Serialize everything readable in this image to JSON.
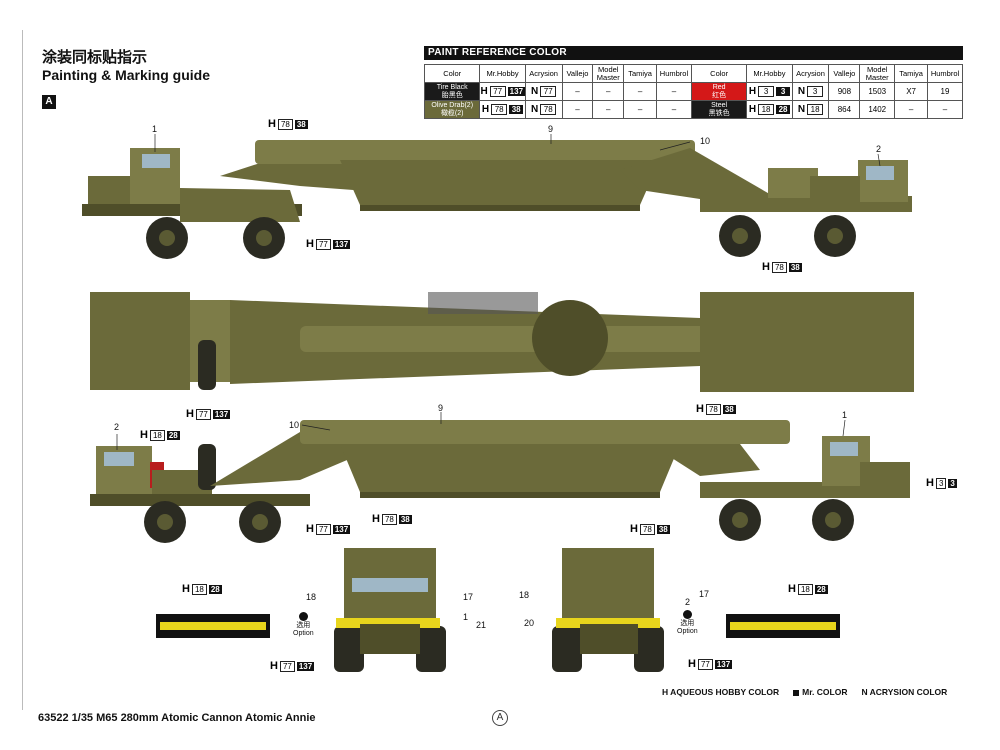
{
  "header": {
    "title_cn": "涂装同标贴指示",
    "title_en": "Painting & Marking guide",
    "section_badge": "A"
  },
  "paint_reference": {
    "title": "PAINT  REFERENCE COLOR",
    "columns": [
      "Color",
      "Mr.Hobby",
      "Acrysion",
      "Vallejo",
      "Model Master",
      "Tamiya",
      "Humbrol"
    ],
    "left_rows": [
      {
        "name": "Tire Black",
        "name_cn": "胎黑色",
        "swatch": "#1a1a1a",
        "h_box": "77",
        "h_black": "137",
        "n_box": "77",
        "vallejo": "–",
        "model_master": "–",
        "tamiya": "–",
        "humbrol": "–"
      },
      {
        "name": "Olive Drab(2)",
        "name_cn": "橄榄(2)",
        "swatch": "#6b6a3a",
        "h_box": "78",
        "h_black": "38",
        "n_box": "78",
        "vallejo": "–",
        "model_master": "–",
        "tamiya": "–",
        "humbrol": "–"
      }
    ],
    "right_rows": [
      {
        "name": "Red",
        "name_cn": "红色",
        "swatch": "#d41818",
        "h_box": "3",
        "h_black": "3",
        "n_box": "3",
        "vallejo": "908",
        "model_master": "1503",
        "tamiya": "X7",
        "humbrol": "19"
      },
      {
        "name": "Steel",
        "name_cn": "黑铁色",
        "swatch": "#1a1a1a",
        "h_box": "18",
        "h_black": "28",
        "n_box": "18",
        "vallejo": "864",
        "model_master": "1402",
        "tamiya": "–",
        "humbrol": "–"
      }
    ]
  },
  "callouts": {
    "h78_38": {
      "letter": "H",
      "box": "78",
      "black": "38"
    },
    "h77_137": {
      "letter": "H",
      "box": "77",
      "black": "137"
    },
    "h18_28": {
      "letter": "H",
      "box": "18",
      "black": "28"
    },
    "h3_3": {
      "letter": "H",
      "box": "3",
      "black": "3"
    }
  },
  "part_numbers": {
    "n1": "1",
    "n2": "2",
    "n9": "9",
    "n10": "10",
    "n17": "17",
    "n18": "18",
    "n20": "20",
    "n21": "21"
  },
  "option_label": {
    "cn": "选用",
    "en": "Option"
  },
  "legend": {
    "aqueous": "H  AQUEOUS HOBBY COLOR",
    "mr": "Mr. COLOR",
    "acrysion": "N  ACRYSION COLOR"
  },
  "footer": {
    "product": "63522 1/35 M65 280mm Atomic Cannon Atomic Annie",
    "page_mark": "A"
  },
  "colors": {
    "olive_drab": "#6b6a3a",
    "tire_black": "#1a1a1a",
    "red": "#d41818",
    "hazard_yellow": "#e8d51c"
  }
}
